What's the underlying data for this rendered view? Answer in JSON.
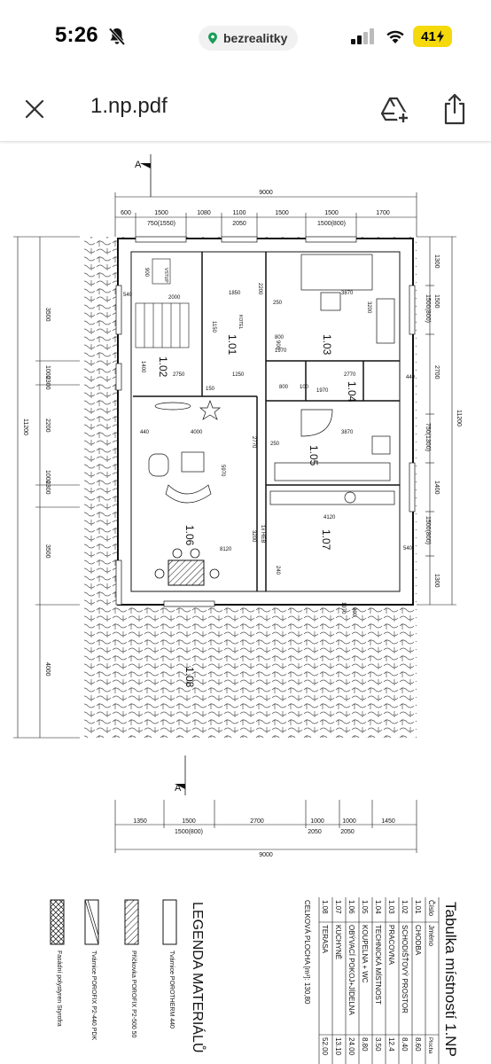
{
  "status": {
    "time": "5:26",
    "domain": "bezrealitky",
    "battery": "41"
  },
  "app": {
    "title": "1.np.pdf"
  },
  "drawing": {
    "dims_top_total": "9000",
    "dims_top": [
      "600",
      "1500",
      "1080",
      "1100",
      "1500",
      "1500",
      "1700"
    ],
    "dims_top_sub": [
      "750(1550)",
      "2050",
      "1500(800)"
    ],
    "dims_bottom_total": "9000",
    "dims_bottom": [
      "1350",
      "1500",
      "2700",
      "1000",
      "1000",
      "1450"
    ],
    "dims_bottom_sub": [
      "1500(800)",
      "2050",
      "2050"
    ],
    "dims_left": [
      "3500",
      "1000",
      "2300",
      "2200",
      "1000",
      "2300",
      "3500",
      "4000"
    ],
    "dims_left_total": "11200",
    "dims_right": [
      "1300",
      "1500",
      "1500(800)",
      "2700",
      "750(1300)",
      "1400",
      "1500(800)",
      "1300"
    ],
    "dims_right_total": "11200",
    "section_top": "A",
    "section_bottom": "A'",
    "rooms": [
      "1.01",
      "1.02",
      "1.03",
      "1.04",
      "1.05",
      "1.06",
      "1.07",
      "1.08"
    ],
    "inner_dims": [
      "900",
      "1150",
      "2000",
      "540",
      "1850",
      "2200",
      "3870",
      "250",
      "3200",
      "1400",
      "2750",
      "1250",
      "2770",
      "100",
      "800",
      "1970",
      "440",
      "4000",
      "2770",
      "5970",
      "3870",
      "250",
      "4120",
      "3200",
      "8120",
      "240",
      "540",
      "900",
      "1970",
      "1x HEB",
      "150",
      "440",
      "900",
      "800",
      "1970"
    ],
    "labels_room": [
      "VSTUP",
      "KOTEL"
    ]
  },
  "table": {
    "title": "Tabulka místností 1.NP",
    "headers": [
      "Číslo",
      "Jméno",
      "Plocha"
    ],
    "rows": [
      [
        "1.01",
        "CHODBA",
        "8.60"
      ],
      [
        "1.02",
        "SCHODIŠŤOVÝ PROSTOR",
        "8.40"
      ],
      [
        "1.03",
        "PRACOVNA",
        "12.4"
      ],
      [
        "1.04",
        "TECHNICKÁ MÍSTNOST",
        "3.50"
      ],
      [
        "1.05",
        "KOUPELNA + WC",
        "8.80"
      ],
      [
        "1.06",
        "OBÝVACÍ POKOJ+JÍDELNA",
        "24.00"
      ],
      [
        "1.07",
        "KUCHYNĚ",
        "13.10"
      ],
      [
        "1.08",
        "TERASA",
        "52.00"
      ]
    ],
    "total": "CELKOVÁ PLOCHA [m²]: 130,80"
  },
  "legend": {
    "title": "LEGENDA MATERIÁLŮ",
    "items": [
      "Tvárnice POROTHERM 440",
      "Příčkovka POROFIX P2-500 50",
      "Tvárnice POROFIX P2-440 PDK",
      "Fasádní polystyren Styrofra"
    ]
  }
}
